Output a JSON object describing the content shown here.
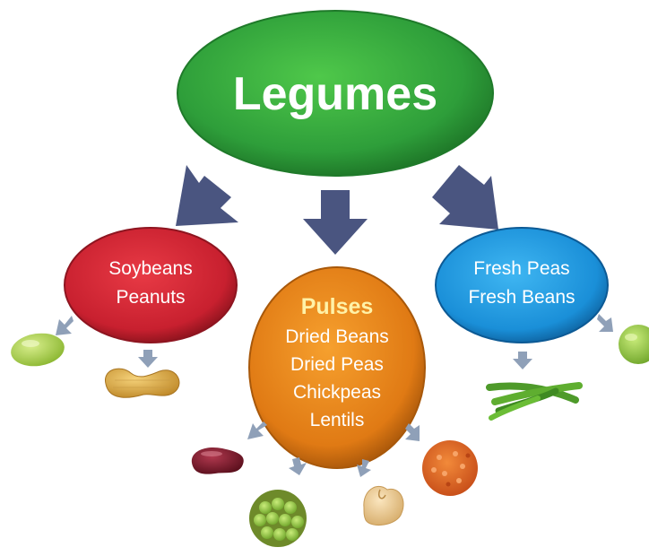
{
  "diagram": {
    "root": {
      "label": "Legumes",
      "color": "#2e9e3a"
    },
    "groups": [
      {
        "key": "oilseeds",
        "lines": [
          "Soybeans",
          "Peanuts"
        ],
        "color": "#c8202f"
      },
      {
        "key": "pulses",
        "heading": "Pulses",
        "lines": [
          "Dried Beans",
          "Dried Peas",
          "Chickpeas",
          "Lentils"
        ],
        "color": "#e07a14"
      },
      {
        "key": "fresh",
        "lines": [
          "Fresh Peas",
          "Fresh Beans"
        ],
        "color": "#1a8fd8"
      }
    ],
    "illustrations": [
      "edamame-icon",
      "peanut-icon",
      "kidney-bean-icon",
      "green-pea-icon",
      "chickpea-icon",
      "red-lentil-icon",
      "green-bean-icon",
      "fresh-pea-icon"
    ],
    "arrow_color": "#4a5580",
    "small_arrow_color": "#8fa0b8"
  }
}
